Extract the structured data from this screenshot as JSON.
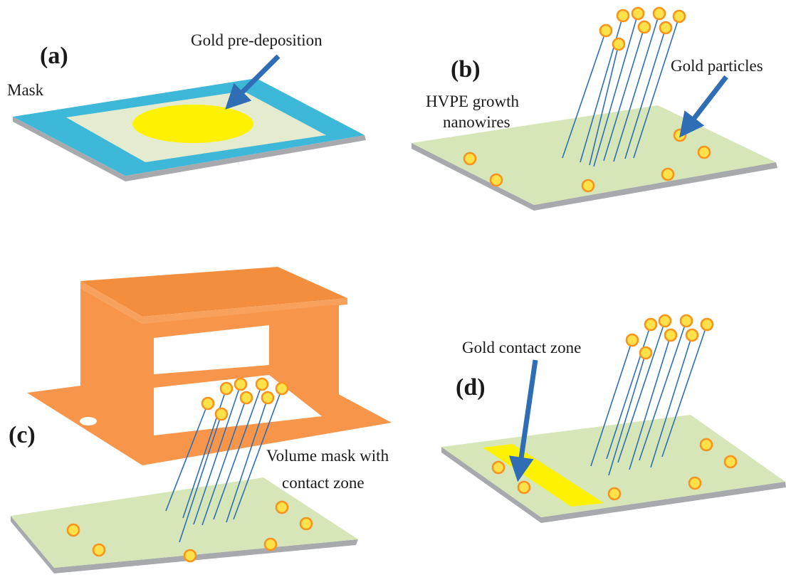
{
  "panels": {
    "a": {
      "letter": "(a)",
      "mask_label": "Mask",
      "arrow_label": "Gold pre-deposition"
    },
    "b": {
      "letter": "(b)",
      "growth_label_line1": "HVPE growth",
      "growth_label_line2": "nanowires",
      "arrow_label": "Gold particles"
    },
    "c": {
      "letter": "(c)",
      "mask_label_line1": "Volume mask with",
      "mask_label_line2": "contact zone"
    },
    "d": {
      "letter": "(d)",
      "arrow_label": "Gold contact zone"
    }
  },
  "colors": {
    "substrate": "#d6e6b8",
    "substrate_edge": "#a7a9ac",
    "mask": "#3db8d8",
    "gold_film": "#fff200",
    "particle_fill": "#ffe24a",
    "particle_ring": "#f7941d",
    "nanowire": "#2e6fb5",
    "arrow": "#2f6db5",
    "volume_mask": "#f7964a"
  }
}
